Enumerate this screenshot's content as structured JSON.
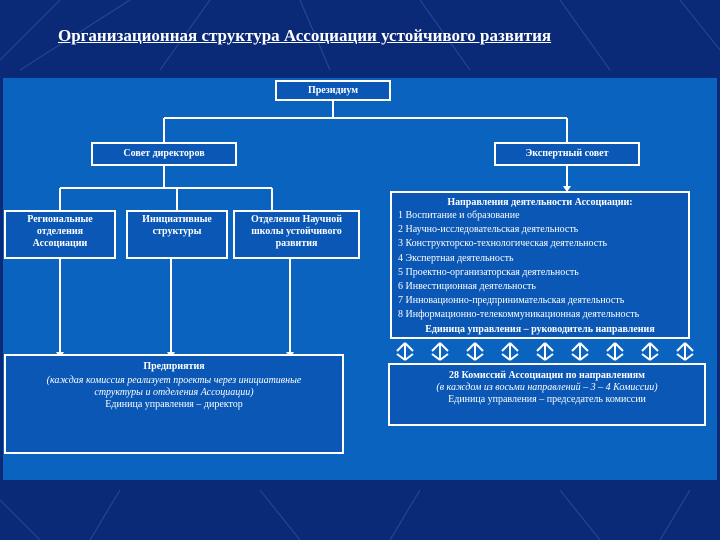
{
  "title": "Организационная структура Ассоциации устойчивого развития",
  "nodes": {
    "presidium": "Президиум",
    "council_directors": "Совет директоров",
    "expert_council": "Экспертный совет",
    "regional_branches": "Региональные отделения Ассоциации",
    "initiative_structures": "Инициативные структуры",
    "science_school": "Отделения Научной школы устойчивого развития",
    "directions": {
      "title": "Направления деятельности Ассоциации:",
      "items": [
        "1 Воспитание и образование",
        "2 Научно-исследовательская деятельность",
        "3 Конструкторско-технологическая деятельность",
        "4 Экспертная деятельность",
        "5 Проектно-организаторская деятельность",
        "6 Инвестиционная деятельность",
        "7 Инновационно-предпринимательская деятельность",
        "8 Информационно-телекоммуникационная деятельность"
      ],
      "footer": "Единица управления – руководитель направления"
    },
    "enterprises": {
      "title": "Предприятия",
      "note": "(каждая комиссия реализует проекты через инициативные структуры и отделения Ассоциации)",
      "unit": "Единица управления – директор"
    },
    "commissions": {
      "title": "28 Комиссий Ассоциации по направлениям",
      "note": "(в каждом из восьми направлений – 3 – 4 Комиссии)",
      "unit": "Единица управления – председатель комиссии"
    }
  },
  "colors": {
    "background": "#0a2a78",
    "panel": "#0b63c0",
    "box_fill": "#0a57b6",
    "line": "#ffffff"
  }
}
